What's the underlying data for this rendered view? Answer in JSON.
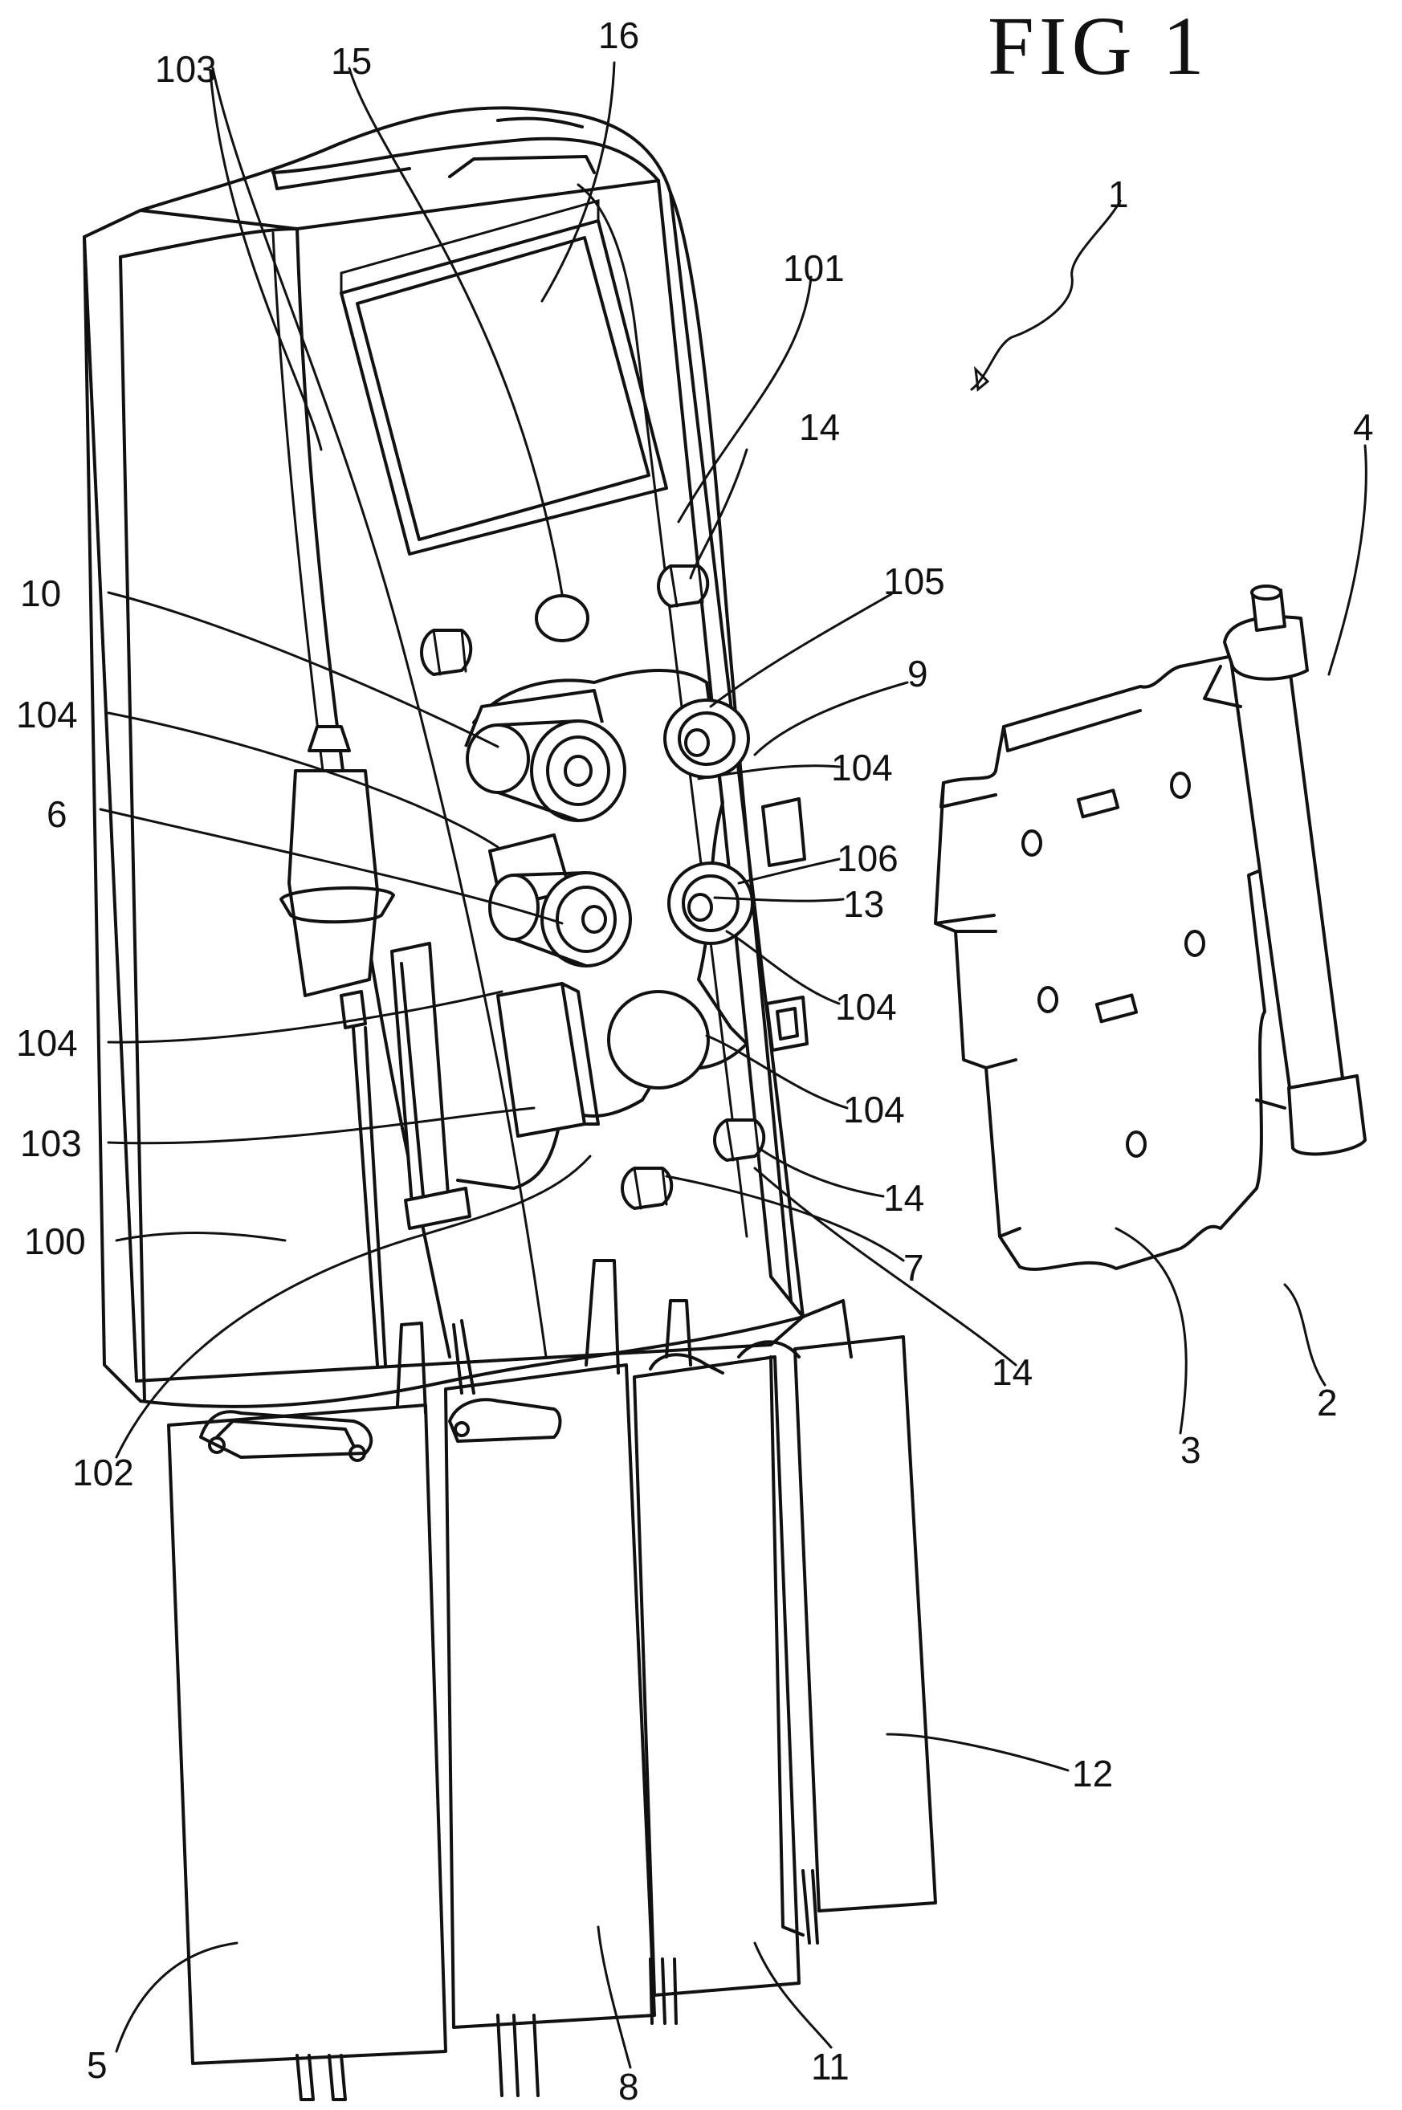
{
  "figure": {
    "title": "FIG 1",
    "labels": {
      "l103_top": "103",
      "l15": "15",
      "l16": "16",
      "l1": "1",
      "l101": "101",
      "l14_a": "14",
      "l4": "4",
      "l10": "10",
      "l105": "105",
      "l9": "9",
      "l104_a": "104",
      "l104_b": "104",
      "l106": "106",
      "l6": "6",
      "l13": "13",
      "l104_c": "104",
      "l104_d": "104",
      "l104_e": "104",
      "l103_b": "103",
      "l14_b": "14",
      "l100": "100",
      "l7": "7",
      "l14_c": "14",
      "l2": "2",
      "l102": "102",
      "l3": "3",
      "l12": "12",
      "l5": "5",
      "l8": "8",
      "l11": "11"
    }
  }
}
